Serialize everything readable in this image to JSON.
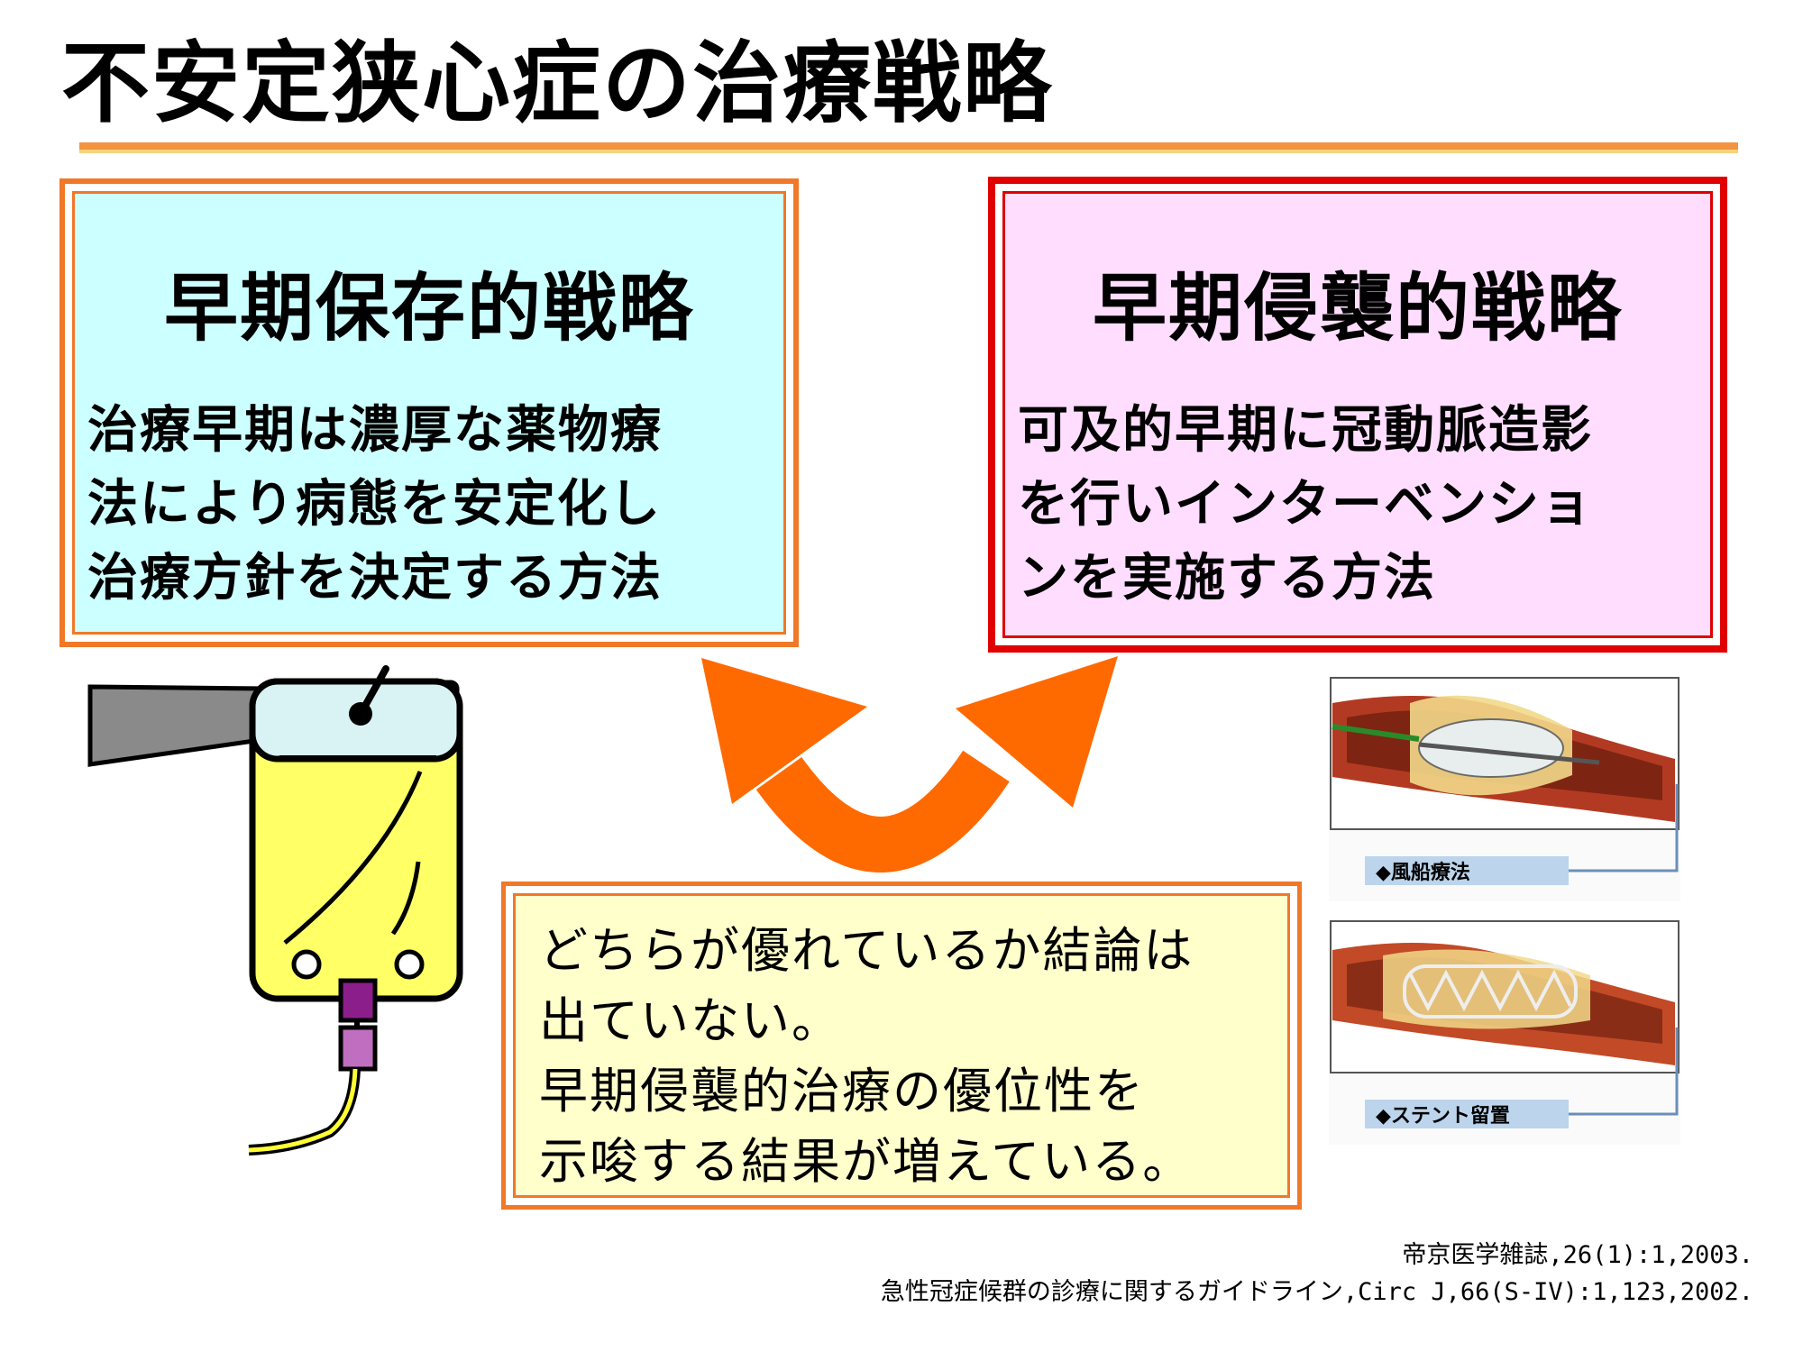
{
  "title": "不安定狭心症の治療戦略",
  "conservative": {
    "heading": "早期保存的戦略",
    "lines": [
      "治療早期は濃厚な薬物療",
      "法により病態を安定化し",
      "治療方針を決定する方法"
    ]
  },
  "invasive": {
    "heading": "早期侵襲的戦略",
    "lines": [
      "可及的早期に冠動脈造影",
      "を行いインターベンショ",
      "ンを実施する方法"
    ]
  },
  "conclusion": {
    "lines": [
      "どちらが優れているか結論は",
      "出ていない。",
      "早期侵襲的治療の優位性を",
      "示唆する結果が増えている。"
    ]
  },
  "figures": {
    "balloon_caption": "◆風船療法",
    "stent_caption": "◆ステント留置"
  },
  "references": [
    "帝京医学雑誌,26(1):1,2003.",
    "急性冠症候群の診療に関するガイドライン,Circ J,66(S-IV):1,123,2002."
  ],
  "colors": {
    "conservative_bg": "#ccffff",
    "invasive_bg": "#ffddff",
    "conclusion_bg": "#ffffcc",
    "accent_orange": "#f07828",
    "accent_red": "#e00000",
    "arrow": "#ff6a00"
  }
}
